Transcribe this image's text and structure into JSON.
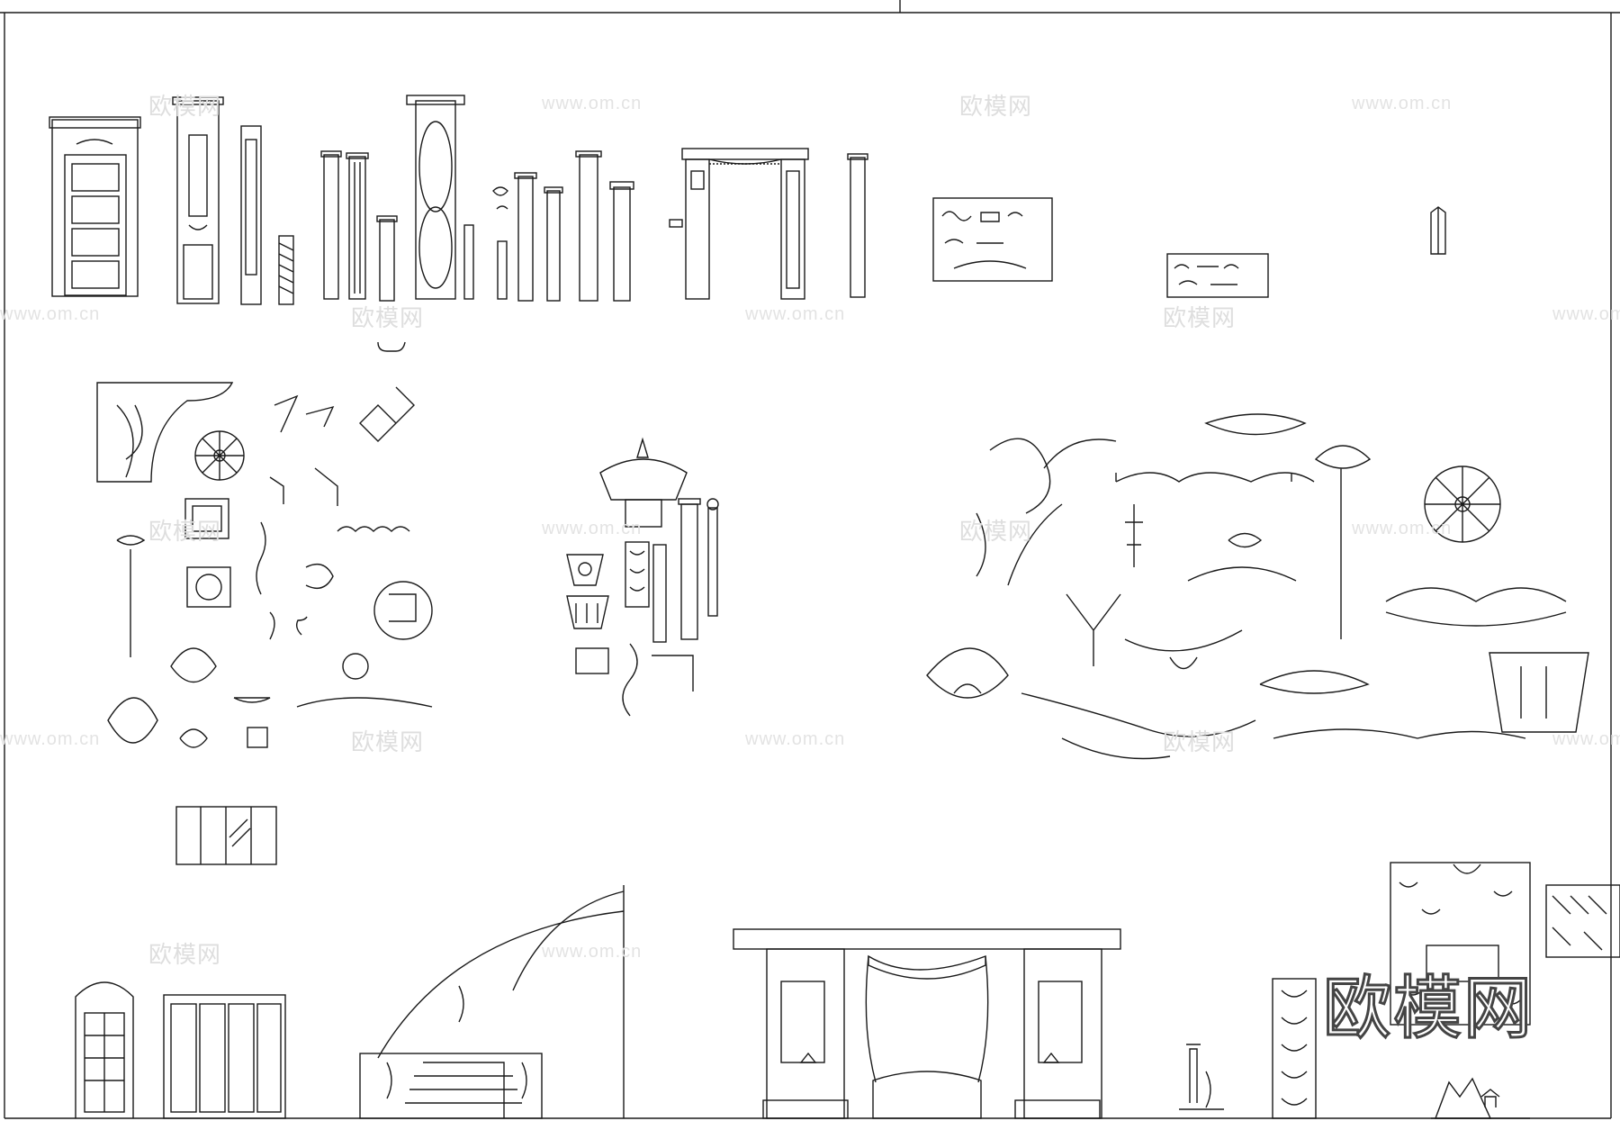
{
  "watermarks": {
    "brand": "欧模网",
    "url": "www.om.cn",
    "partial_url": "www.om.cn"
  },
  "logo": {
    "text": "欧模网"
  },
  "stroke_color": "#1a1a1a",
  "background": "#ffffff"
}
